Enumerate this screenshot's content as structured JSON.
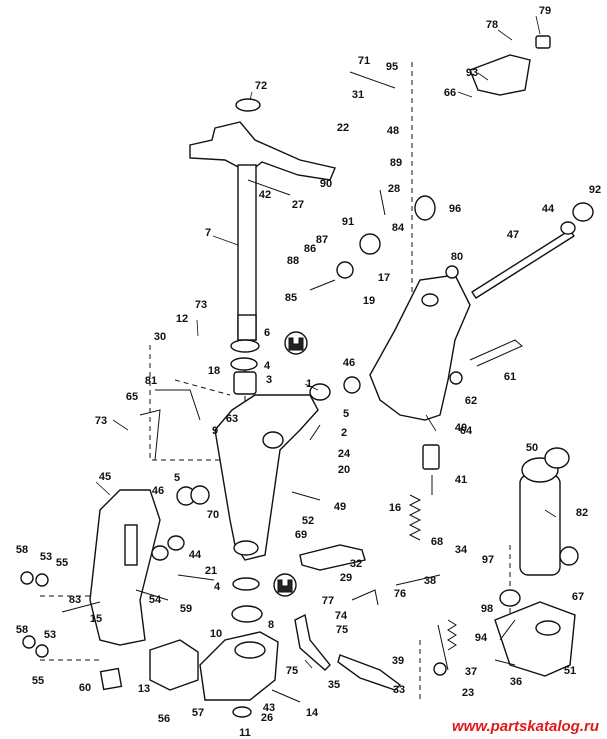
{
  "diagram": {
    "callouts": [
      {
        "id": "79",
        "label": "79"
      },
      {
        "id": "78",
        "label": "78"
      },
      {
        "id": "93",
        "label": "93"
      },
      {
        "id": "66",
        "label": "66"
      },
      {
        "id": "71",
        "label": "71"
      },
      {
        "id": "95",
        "label": "95"
      },
      {
        "id": "31",
        "label": "31"
      },
      {
        "id": "72",
        "label": "72"
      },
      {
        "id": "22",
        "label": "22"
      },
      {
        "id": "48",
        "label": "48"
      },
      {
        "id": "89",
        "label": "89"
      },
      {
        "id": "90",
        "label": "90"
      },
      {
        "id": "28",
        "label": "28"
      },
      {
        "id": "42",
        "label": "42"
      },
      {
        "id": "27",
        "label": "27"
      },
      {
        "id": "96",
        "label": "96"
      },
      {
        "id": "92",
        "label": "92"
      },
      {
        "id": "44a",
        "label": "44"
      },
      {
        "id": "7",
        "label": "7"
      },
      {
        "id": "91",
        "label": "91"
      },
      {
        "id": "87",
        "label": "87"
      },
      {
        "id": "84",
        "label": "84"
      },
      {
        "id": "86",
        "label": "86"
      },
      {
        "id": "47",
        "label": "47"
      },
      {
        "id": "88",
        "label": "88"
      },
      {
        "id": "80",
        "label": "80"
      },
      {
        "id": "17",
        "label": "17"
      },
      {
        "id": "85",
        "label": "85"
      },
      {
        "id": "19",
        "label": "19"
      },
      {
        "id": "73a",
        "label": "73"
      },
      {
        "id": "12",
        "label": "12"
      },
      {
        "id": "6",
        "label": "6"
      },
      {
        "id": "30",
        "label": "30"
      },
      {
        "id": "4a",
        "label": "4"
      },
      {
        "id": "46a",
        "label": "46"
      },
      {
        "id": "18",
        "label": "18"
      },
      {
        "id": "3",
        "label": "3"
      },
      {
        "id": "61",
        "label": "61"
      },
      {
        "id": "81",
        "label": "81"
      },
      {
        "id": "1",
        "label": "1"
      },
      {
        "id": "65",
        "label": "65"
      },
      {
        "id": "63",
        "label": "63"
      },
      {
        "id": "62",
        "label": "62"
      },
      {
        "id": "5a",
        "label": "5"
      },
      {
        "id": "73b",
        "label": "73"
      },
      {
        "id": "2",
        "label": "2"
      },
      {
        "id": "64",
        "label": "64"
      },
      {
        "id": "9",
        "label": "9"
      },
      {
        "id": "24",
        "label": "24"
      },
      {
        "id": "50",
        "label": "50"
      },
      {
        "id": "40",
        "label": "40"
      },
      {
        "id": "20",
        "label": "20"
      },
      {
        "id": "41",
        "label": "41"
      },
      {
        "id": "45",
        "label": "45"
      },
      {
        "id": "5b",
        "label": "5"
      },
      {
        "id": "46b",
        "label": "46"
      },
      {
        "id": "49",
        "label": "49"
      },
      {
        "id": "70",
        "label": "70"
      },
      {
        "id": "16",
        "label": "16"
      },
      {
        "id": "82",
        "label": "82"
      },
      {
        "id": "52",
        "label": "52"
      },
      {
        "id": "69",
        "label": "69"
      },
      {
        "id": "58a",
        "label": "58"
      },
      {
        "id": "53a",
        "label": "53"
      },
      {
        "id": "55a",
        "label": "55"
      },
      {
        "id": "44b",
        "label": "44"
      },
      {
        "id": "32",
        "label": "32"
      },
      {
        "id": "68",
        "label": "68"
      },
      {
        "id": "34",
        "label": "34"
      },
      {
        "id": "97",
        "label": "97"
      },
      {
        "id": "21",
        "label": "21"
      },
      {
        "id": "83",
        "label": "83"
      },
      {
        "id": "4b",
        "label": "4"
      },
      {
        "id": "77",
        "label": "77"
      },
      {
        "id": "29",
        "label": "29"
      },
      {
        "id": "38",
        "label": "38"
      },
      {
        "id": "54",
        "label": "54"
      },
      {
        "id": "59",
        "label": "59"
      },
      {
        "id": "76",
        "label": "76"
      },
      {
        "id": "67",
        "label": "67"
      },
      {
        "id": "8",
        "label": "8"
      },
      {
        "id": "15",
        "label": "15"
      },
      {
        "id": "74",
        "label": "74"
      },
      {
        "id": "75a",
        "label": "75"
      },
      {
        "id": "98",
        "label": "98"
      },
      {
        "id": "58b",
        "label": "58"
      },
      {
        "id": "53b",
        "label": "53"
      },
      {
        "id": "10",
        "label": "10"
      },
      {
        "id": "94",
        "label": "94"
      },
      {
        "id": "55b",
        "label": "55"
      },
      {
        "id": "75b",
        "label": "75"
      },
      {
        "id": "37",
        "label": "37"
      },
      {
        "id": "51",
        "label": "51"
      },
      {
        "id": "39",
        "label": "39"
      },
      {
        "id": "60",
        "label": "60"
      },
      {
        "id": "13",
        "label": "13"
      },
      {
        "id": "35",
        "label": "35"
      },
      {
        "id": "33",
        "label": "33"
      },
      {
        "id": "36",
        "label": "36"
      },
      {
        "id": "23",
        "label": "23"
      },
      {
        "id": "43",
        "label": "43"
      },
      {
        "id": "14",
        "label": "14"
      },
      {
        "id": "56",
        "label": "56"
      },
      {
        "id": "57",
        "label": "57"
      },
      {
        "id": "11",
        "label": "11"
      },
      {
        "id": "26",
        "label": "26"
      }
    ]
  },
  "watermark": "www.partskatalog.ru"
}
